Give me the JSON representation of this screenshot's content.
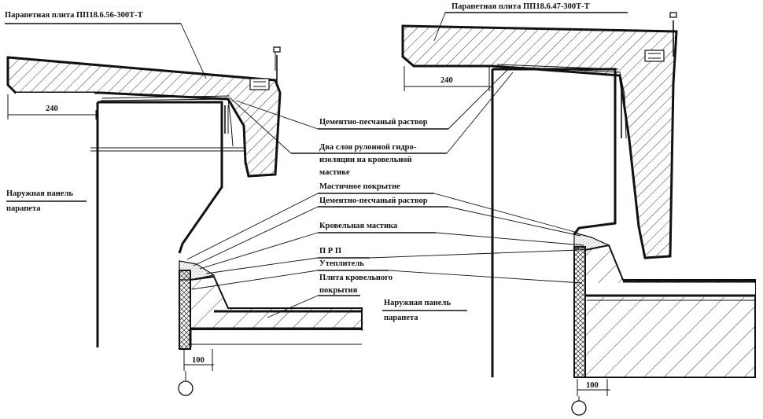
{
  "left_detail": {
    "slab_title": "Парапетная плита ПП18.6.56-300Т-Т",
    "dim_240": "240",
    "dim_100": "100",
    "panel_label_1": "Наружная панель",
    "panel_label_2": "парапета"
  },
  "right_detail": {
    "slab_title": "Парапетная плита ПП18.6.47-300Т-Т",
    "dim_240": "240",
    "dim_100": "100",
    "panel_label_1": "Наружная панель",
    "panel_label_2": "парапета"
  },
  "callouts": {
    "cement_mortar_1": "Цементно-песчаный раствор",
    "waterproof_1": "Два слоя рулонной гидро-",
    "waterproof_2": "изоляции на кровельной",
    "waterproof_3": "мастике",
    "mastic_coating": "Мастичное покрытие",
    "cement_mortar_2": "Цементно-песчаный раствор",
    "roof_mastic": "Кровельная мастика",
    "prp": "П Р П",
    "insulation": "Утеплитель",
    "roof_slab_1": "Плита кровельного",
    "roof_slab_2": "покрытия"
  }
}
